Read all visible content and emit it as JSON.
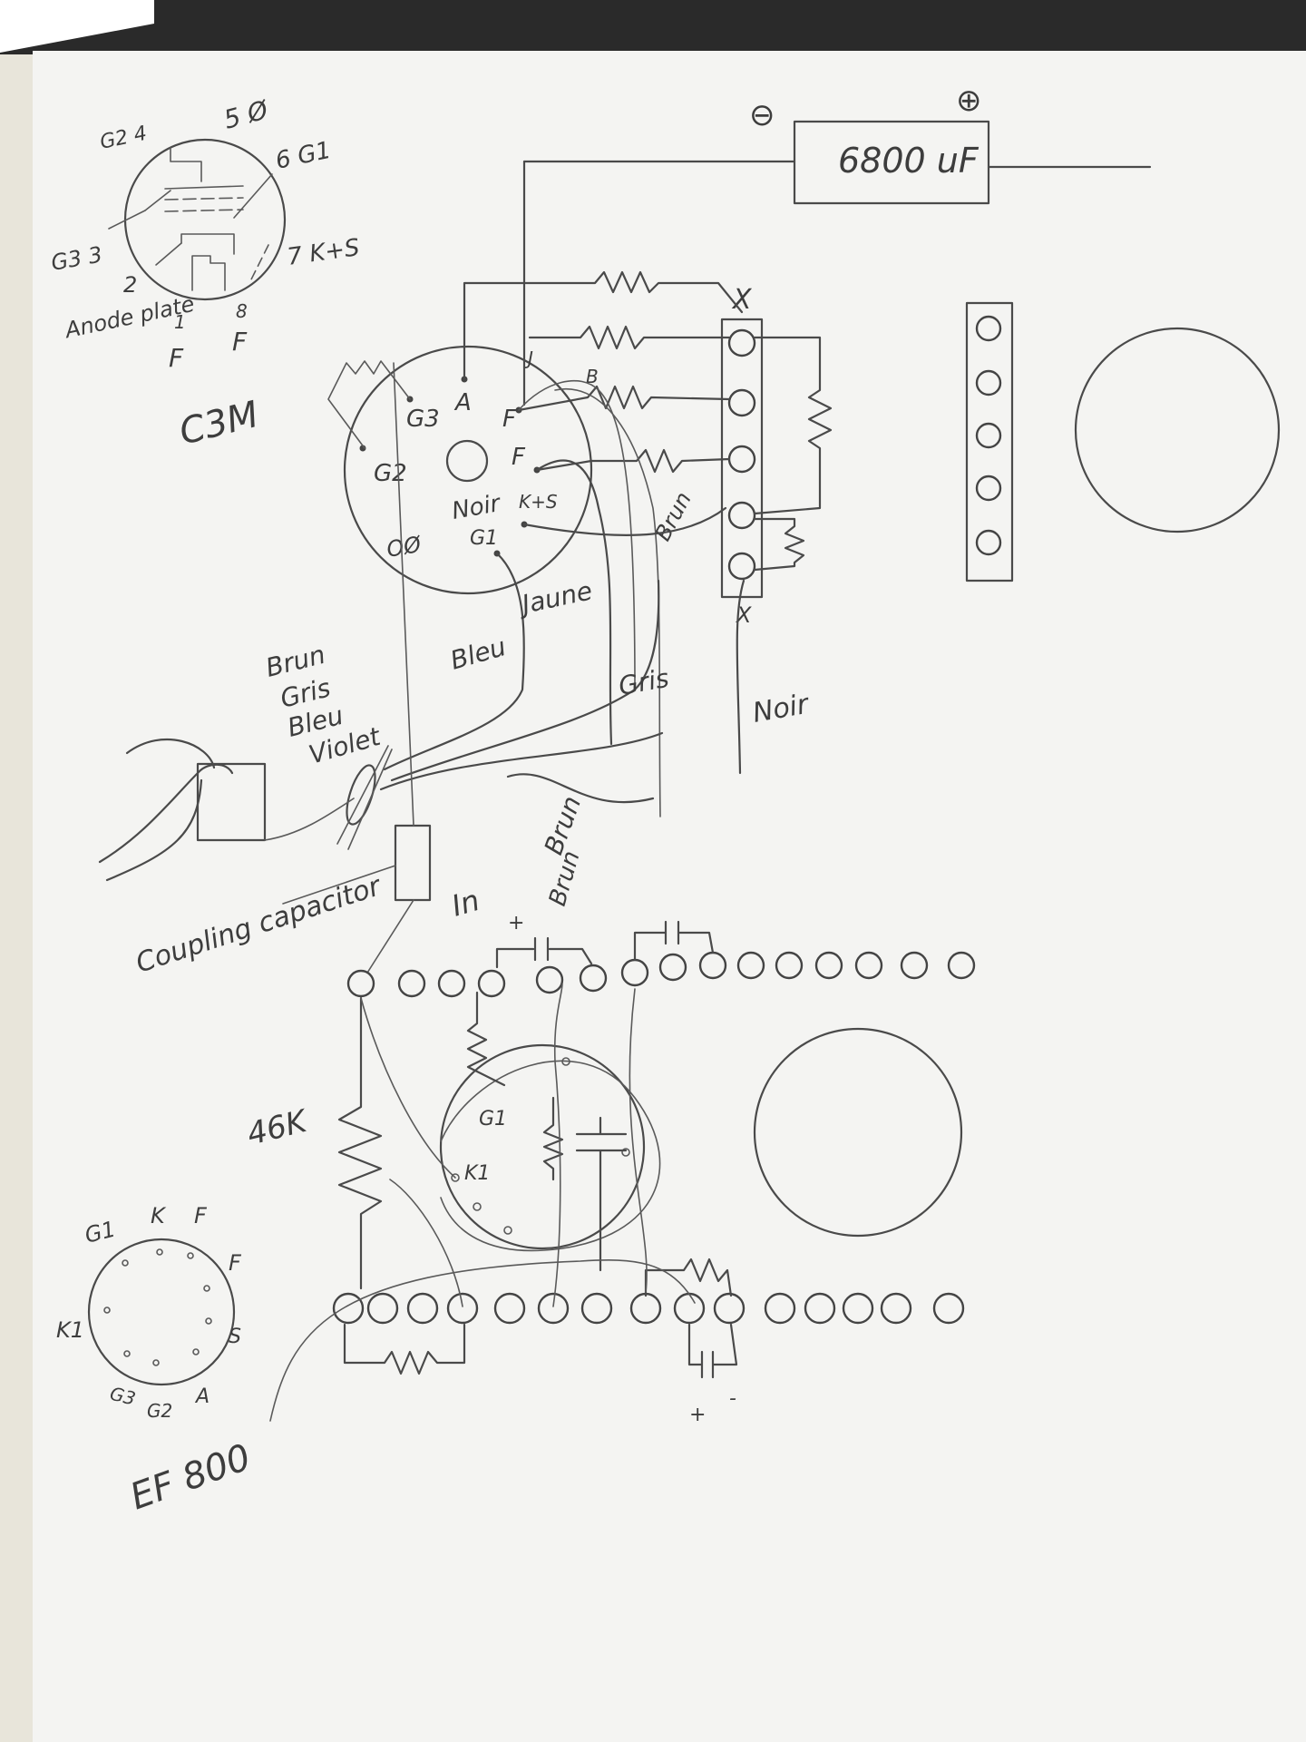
{
  "pentode_pinout": {
    "pins": [
      "G2 4",
      "5 Ø",
      "6 G1",
      "G3 3",
      "2",
      "7 K+S",
      "1",
      "8"
    ],
    "anode_label": "Anode plate",
    "f_left": "F",
    "f_right": "F",
    "tube_name": "C3M"
  },
  "capacitor": {
    "minus": "⊖",
    "plus": "⊕",
    "value": "6800 uF"
  },
  "c3m_socket": {
    "labels": [
      "G3",
      "A",
      "F",
      "F",
      "G2",
      "Noir",
      "K+S",
      "OØ",
      "G1"
    ],
    "wire_tags": [
      "J",
      "B"
    ]
  },
  "terminal_strip": {
    "top_mark": "X",
    "bottom_mark": "X",
    "side_label": "Brun"
  },
  "wires": {
    "jaune": "Jaune",
    "bleu": "Bleu",
    "gris": "Gris",
    "noir": "Noir",
    "brun_arrow": "Brun",
    "brun_lower": "Brun",
    "bundle": [
      "Brun",
      "Gris",
      "Bleu",
      "Violet"
    ]
  },
  "coupling_capacitor": "Coupling capacitor",
  "input_label": "In",
  "resistor_value": "46K",
  "ef800_socket": {
    "labels": [
      "G1",
      "K1"
    ]
  },
  "ef800_pinout": {
    "pins": [
      "G1",
      "K",
      "F",
      "F",
      "K1",
      "S",
      "G3",
      "G2",
      "A"
    ],
    "tube_name": "EF 800"
  },
  "electrolytic_marks": {
    "top_plus": "+",
    "bottom_plus": "+",
    "bottom_minus": "-"
  },
  "colors": {
    "paper": "#f4f4f2",
    "ink": "#4a4a4a",
    "background": "#2a2a2a"
  }
}
